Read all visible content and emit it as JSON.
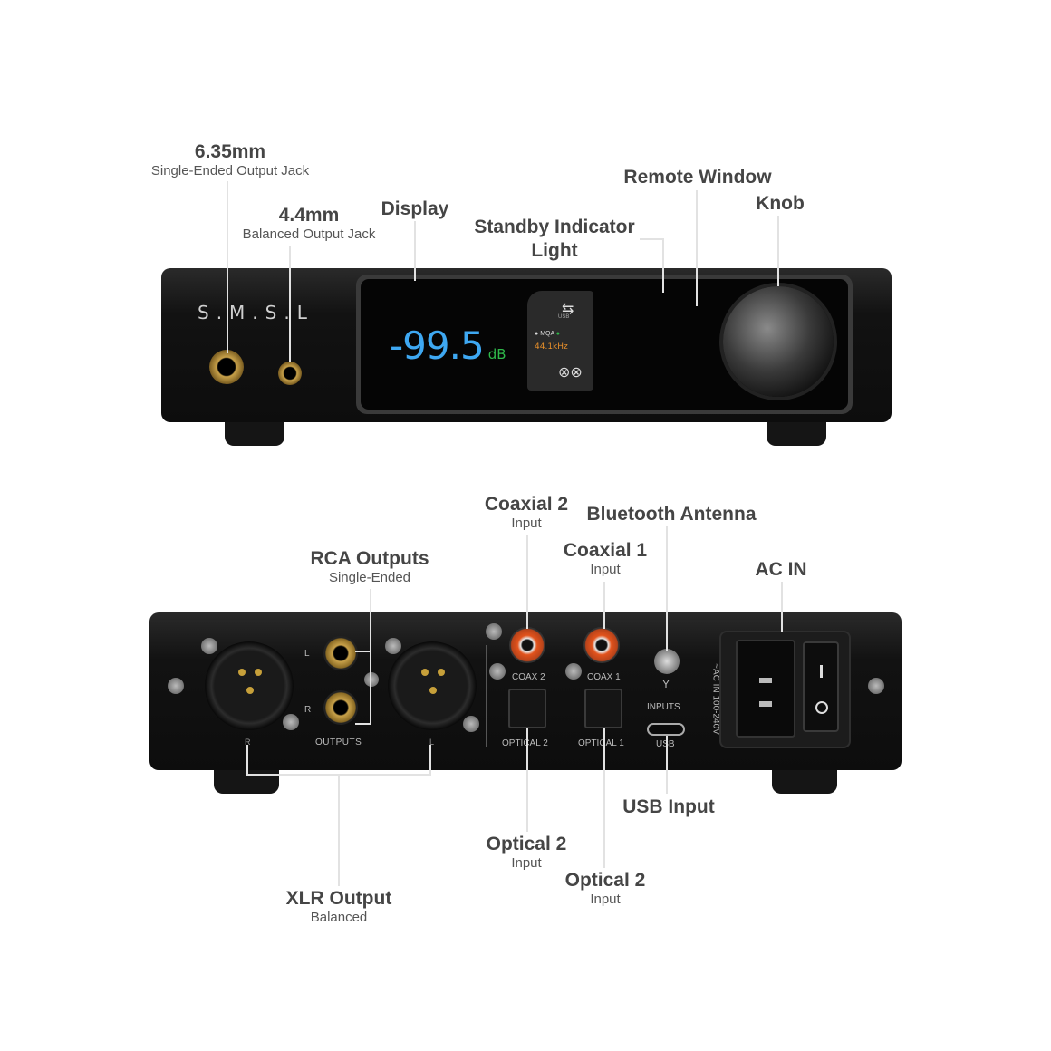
{
  "front": {
    "brand": "S.M.S.L",
    "display": {
      "volume": "-99.5",
      "unit": "dB",
      "mqa": "MQA",
      "rate": "44.1kHz",
      "usb_small": "USB"
    },
    "labels": {
      "jack635_title": "6.35mm",
      "jack635_sub": "Single-Ended Output Jack",
      "jack44_title": "4.4mm",
      "jack44_sub": "Balanced Output Jack",
      "display": "Display",
      "standby_line1": "Standby Indicator",
      "standby_line2": "Light",
      "remote_window": "Remote Window",
      "knob": "Knob"
    }
  },
  "rear": {
    "panel_text": {
      "xlr_r": "R",
      "xlr_l": "L",
      "rca_l": "L",
      "rca_r": "R",
      "outputs": "OUTPUTS",
      "coax2": "COAX 2",
      "coax1": "COAX 1",
      "optical2": "OPTICAL 2",
      "optical1": "OPTICAL 1",
      "inputs": "INPUTS",
      "usb": "USB",
      "ac_rating": "~AC IN 100-240V"
    },
    "labels": {
      "rca_title": "RCA Outputs",
      "rca_sub": "Single-Ended",
      "coax2_title": "Coaxial 2",
      "coax2_sub": "Input",
      "bt_title": "Bluetooth Antenna",
      "coax1_title": "Coaxial 1",
      "coax1_sub": "Input",
      "acin_title": "AC IN",
      "usb_title": "USB Input",
      "opt2a_title": "Optical 2",
      "opt2a_sub": "Input",
      "opt2b_title": "Optical 2",
      "opt2b_sub": "Input",
      "xlr_title": "XLR Output",
      "xlr_sub": "Balanced"
    }
  },
  "colors": {
    "line": "#e2e2e2",
    "chassis": "#111111",
    "lcd_blue": "#3ea8f2",
    "lcd_green": "#2fb84a",
    "lcd_orange": "#e9902a",
    "rca_orange": "#e2531c",
    "gold": "#b8922f"
  }
}
